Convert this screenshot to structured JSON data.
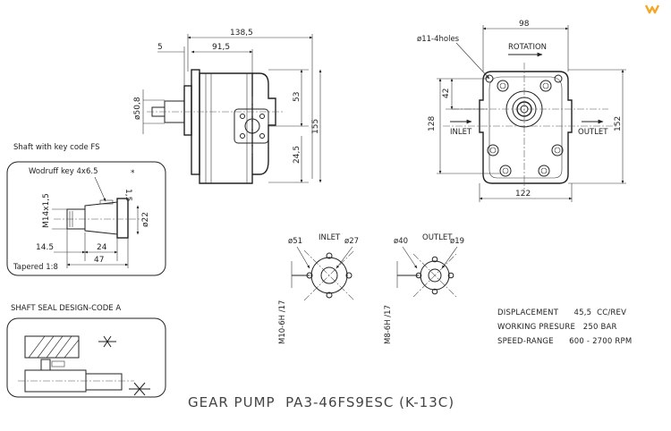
{
  "colors": {
    "line": "#222222",
    "logo": "#f5a623"
  },
  "logo": {
    "icon": "w-logo-icon"
  },
  "title": "GEAR PUMP  PA3-46FS9ESC (K-13C)",
  "side_view": {
    "dims": {
      "overall_length": "138,5",
      "body_length": "91,5",
      "flange_offset": "5",
      "pilot_diameter": "ø50,8",
      "upper_height": "53",
      "lower_height": "24,5",
      "overall_height": "155"
    }
  },
  "front_view": {
    "dims": {
      "width_top": "98",
      "width_bottom": "122",
      "hole_spacing": "128",
      "overall_height": "152",
      "hole_offset": "42"
    },
    "holes_label": "ø11-4holes",
    "rotation_label": "ROTATION",
    "inlet_label": "INLET",
    "outlet_label": "OUTLET"
  },
  "shaft_detail": {
    "caption": "Shaft with key  code FS",
    "key_label": "Wodruff key 4x6.5",
    "thread_label": "M14x1,5",
    "diameter_label": "ø22",
    "dim_offset": "1,5",
    "dim_145": "14.5",
    "dim_24": "24",
    "dim_47": "47",
    "taper_label": "Tapered 1:8",
    "asterisk": "*"
  },
  "seal_detail": {
    "caption": "SHAFT SEAL DESIGN-CODE A"
  },
  "inlet_port": {
    "label": "INLET",
    "d_outer": "ø51",
    "d_inner": "ø27",
    "thread": "M10-6H /17"
  },
  "outlet_port": {
    "label": "OUTLET",
    "d_outer": "ø40",
    "d_inner": "ø19",
    "thread": "M8-6H /17"
  },
  "specs": {
    "displacement": "DISPLACEMENT      45,5  CC/REV",
    "pressure": "WORKING PRESURE   250 BAR",
    "speed": "SPEED-RANGE      600 - 2700 RPM"
  }
}
